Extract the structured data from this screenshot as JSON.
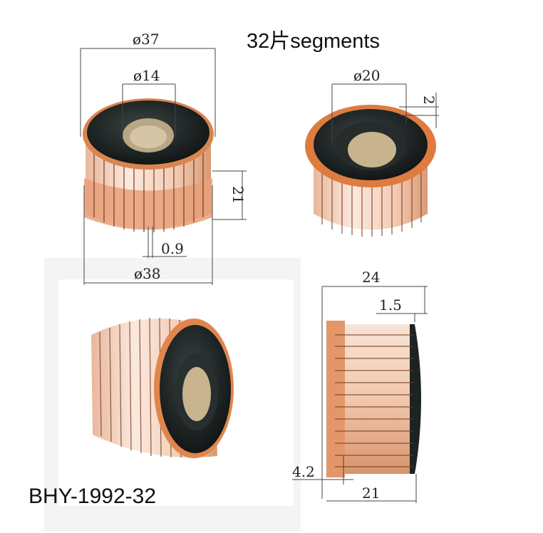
{
  "title": "32片segments",
  "model_code": "BHY-1992-32",
  "dimensions": {
    "outer_diameter": "ø37",
    "inner_diameter": "ø14",
    "bore_diameter": "ø20",
    "shoulder": "2",
    "segment_height": "21",
    "slot_gap": "0.9",
    "base_diameter": "ø38",
    "total_length": "24",
    "end_step": "1.5",
    "riser_length": "4.2",
    "bar_length": "21"
  },
  "colors": {
    "copper": "#e8a07a",
    "copper_light": "#f6dccd",
    "copper_dark": "#b4582c",
    "insulator": "#1d2323",
    "bore": "#c9b898"
  }
}
